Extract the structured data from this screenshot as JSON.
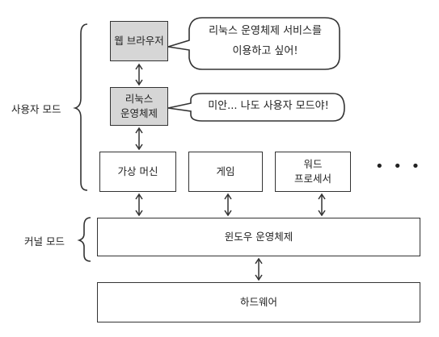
{
  "labels": {
    "user_mode": "사용자 모드",
    "kernel_mode": "커널 모드"
  },
  "boxes": {
    "web_browser": "웹 브라우저",
    "linux_os": "리눅스\n운영체제",
    "virtual_machine": "가상 머신",
    "game": "게임",
    "word_processor": "워드\n프로세서",
    "windows_os": "윈도우 운영체제",
    "hardware": "하드웨어"
  },
  "bubbles": {
    "top": "리눅스 운영체제 서비스를\n이용하고 싶어!",
    "middle": "미안... 나도 사용자 모드야!"
  },
  "ellipsis": "• • •"
}
